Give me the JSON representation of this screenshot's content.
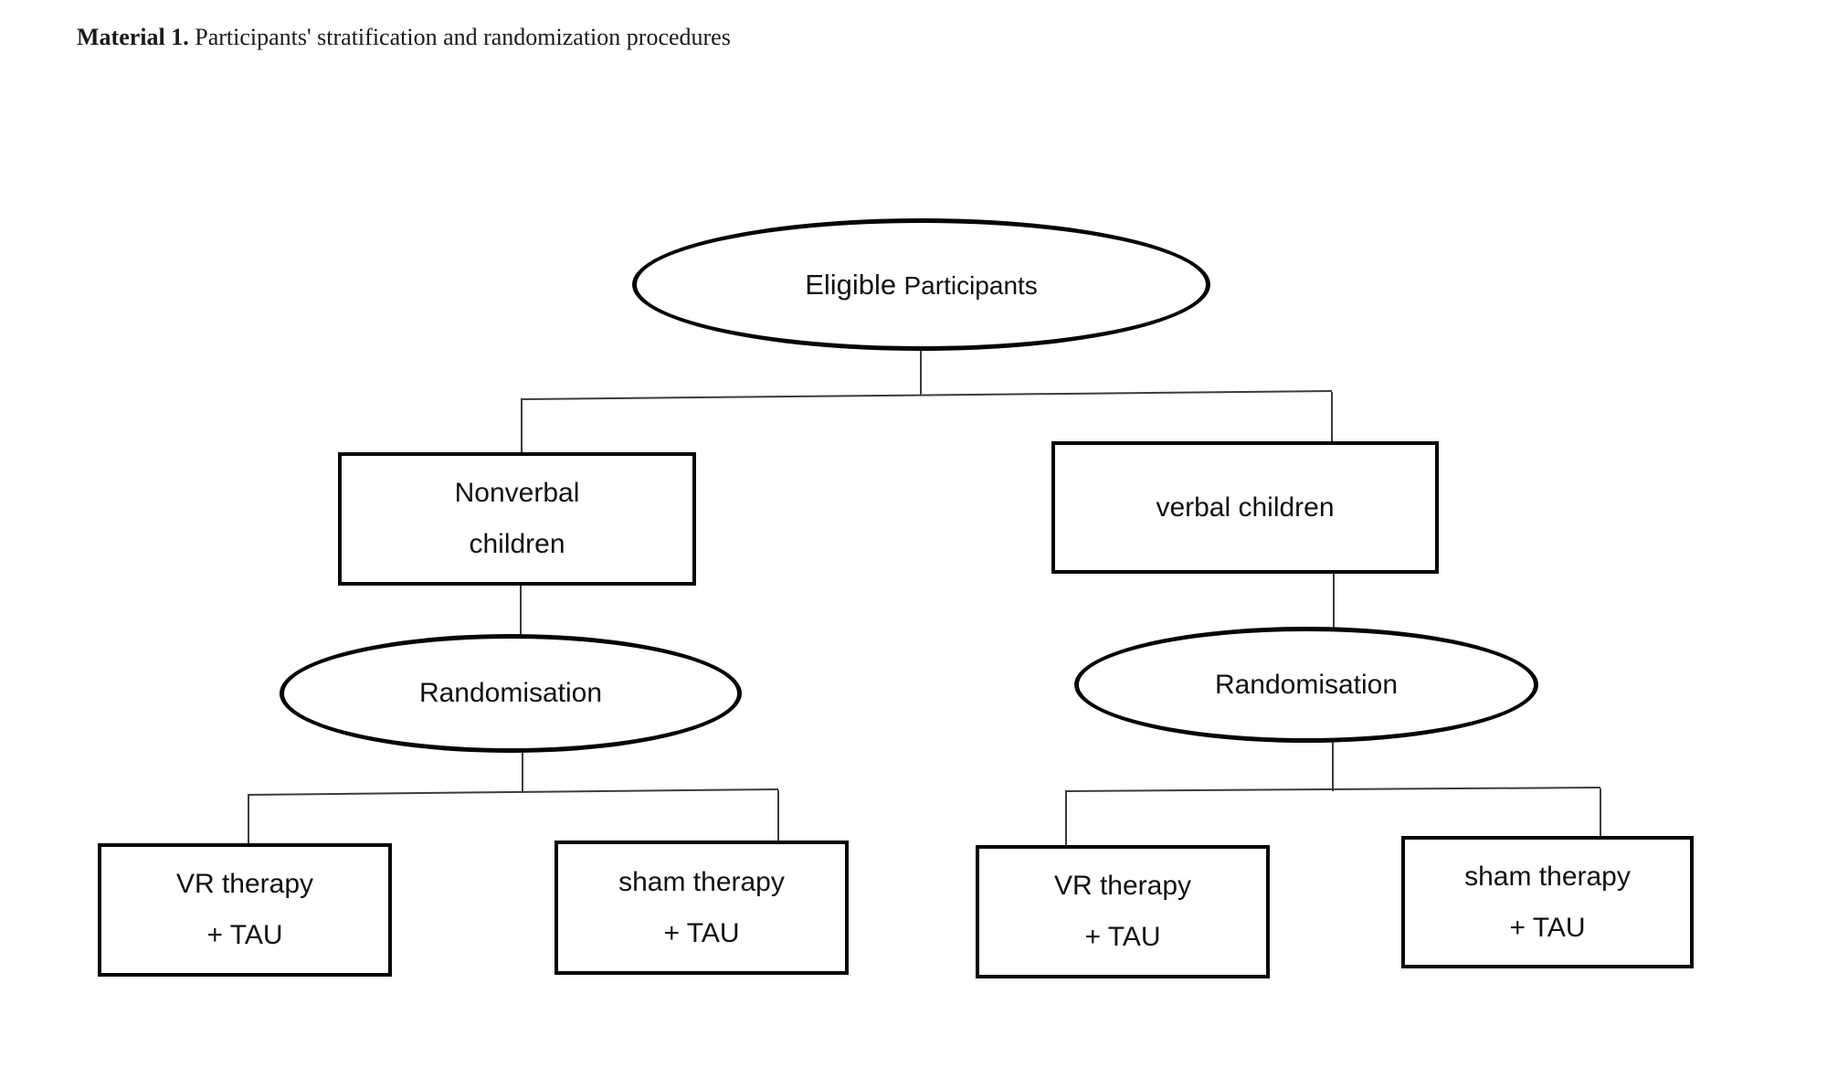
{
  "figure": {
    "caption": {
      "label": "Material 1.",
      "text": " Participants' stratification and randomization procedures"
    },
    "nodes": {
      "eligible": {
        "word1": "Eligible",
        "word2": "Participants"
      },
      "nonverbal": {
        "line1": "Nonverbal",
        "line2": "children"
      },
      "verbal": {
        "text": "verbal children"
      },
      "randomisation_left": {
        "text": "Randomisation"
      },
      "randomisation_right": {
        "text": "Randomisation"
      },
      "vr_left": {
        "line1": "VR therapy",
        "line2": "+ TAU"
      },
      "sham_left": {
        "line1": "sham therapy",
        "line2": "+ TAU"
      },
      "vr_right": {
        "line1": "VR therapy",
        "line2": "+ TAU"
      },
      "sham_right": {
        "line1": "sham therapy",
        "line2": "+ TAU"
      }
    },
    "edges": [
      {
        "from": "eligible",
        "to": "nonverbal"
      },
      {
        "from": "eligible",
        "to": "verbal"
      },
      {
        "from": "nonverbal",
        "to": "randomisation_left"
      },
      {
        "from": "verbal",
        "to": "randomisation_right"
      },
      {
        "from": "randomisation_left",
        "to": "vr_left"
      },
      {
        "from": "randomisation_left",
        "to": "sham_left"
      },
      {
        "from": "randomisation_right",
        "to": "vr_right"
      },
      {
        "from": "randomisation_right",
        "to": "sham_right"
      }
    ],
    "colors": {
      "ink": "#050505",
      "connector": "#3c3c3c",
      "background": "#ffffff"
    }
  }
}
